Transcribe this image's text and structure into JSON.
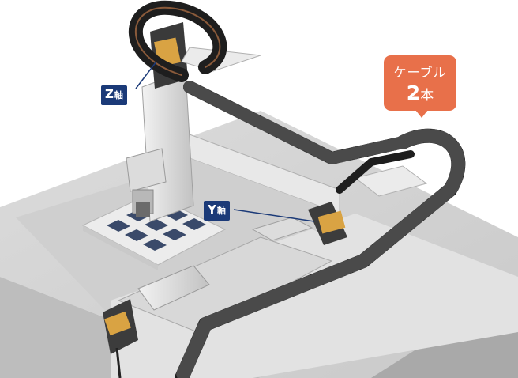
{
  "labels": {
    "z_axis": {
      "letter": "Z",
      "kanji": "軸"
    },
    "y_axis": {
      "letter": "Y",
      "kanji": "軸"
    }
  },
  "callout": {
    "line1": "ケーブル",
    "number": "2",
    "unit": "本"
  },
  "colors": {
    "label_bg": "#1b3a78",
    "callout_bg": "#e8704a"
  }
}
